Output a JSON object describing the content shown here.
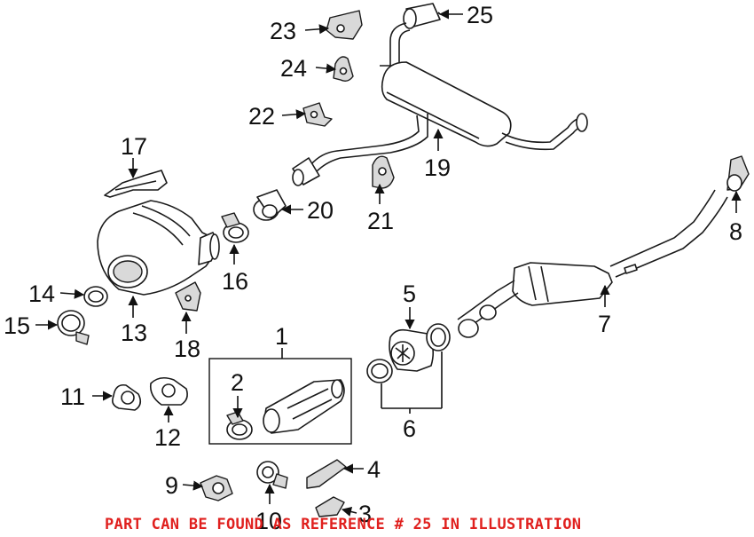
{
  "callouts": {
    "c1": "1",
    "c2": "2",
    "c3": "3",
    "c4": "4",
    "c5": "5",
    "c6": "6",
    "c7": "7",
    "c8": "8",
    "c9": "9",
    "c10": "10",
    "c11": "11",
    "c12": "12",
    "c13": "13",
    "c14": "14",
    "c15": "15",
    "c16": "16",
    "c17": "17",
    "c18": "18",
    "c19": "19",
    "c20": "20",
    "c21": "21",
    "c22": "22",
    "c23": "23",
    "c24": "24",
    "c25": "25"
  },
  "notice": {
    "text": "PART CAN BE FOUND AS REFERENCE # 25 IN ILLUSTRATION",
    "color": "#e0201e"
  }
}
